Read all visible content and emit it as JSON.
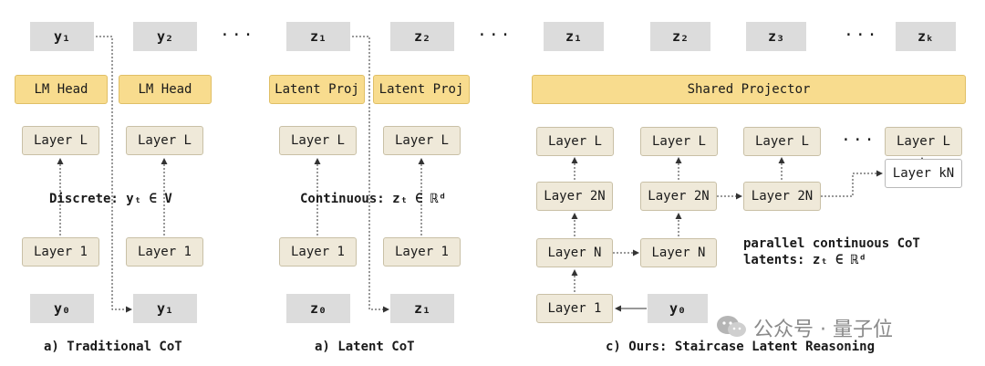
{
  "panel_a": {
    "top_tokens": [
      "y₁",
      "y₂"
    ],
    "ellipsis": "···",
    "heads": [
      "LM Head",
      "LM Head"
    ],
    "layer_top": [
      "Layer L",
      "Layer L"
    ],
    "layer_bottom": [
      "Layer 1",
      "Layer 1"
    ],
    "annotation": "Discrete: yₜ ∈ V",
    "bottom_tokens": [
      "y₀",
      "y₁"
    ],
    "caption": "a) Traditional CoT"
  },
  "panel_b": {
    "top_tokens": [
      "z₁",
      "z₂"
    ],
    "ellipsis": "···",
    "heads": [
      "Latent Proj",
      "Latent Proj"
    ],
    "layer_top": [
      "Layer L",
      "Layer L"
    ],
    "layer_bottom": [
      "Layer 1",
      "Layer 1"
    ],
    "annotation": "Continuous: zₜ ∈ ℝᵈ",
    "bottom_tokens": [
      "z₀",
      "z₁"
    ],
    "caption": "a) Latent CoT"
  },
  "panel_c": {
    "top_tokens": [
      "z₁",
      "z₂",
      "z₃",
      "zₖ"
    ],
    "ellipsis": "···",
    "projector": "Shared Projector",
    "layer_L": [
      "Layer L",
      "Layer L",
      "Layer L",
      "Layer L"
    ],
    "layer_2N": [
      "Layer 2N",
      "Layer 2N",
      "Layer 2N"
    ],
    "layer_kN": "Layer kN",
    "layer_N": [
      "Layer N",
      "Layer N"
    ],
    "layer_1": "Layer 1",
    "input_token": "y₀",
    "note_line1": "parallel continuous CoT",
    "note_line2": "latents: zₜ ∈ ℝᵈ",
    "caption": "c) Ours: Staircase Latent Reasoning"
  },
  "watermark": {
    "text": "公众号 · 量子位",
    "icon": "wechat-icon"
  }
}
